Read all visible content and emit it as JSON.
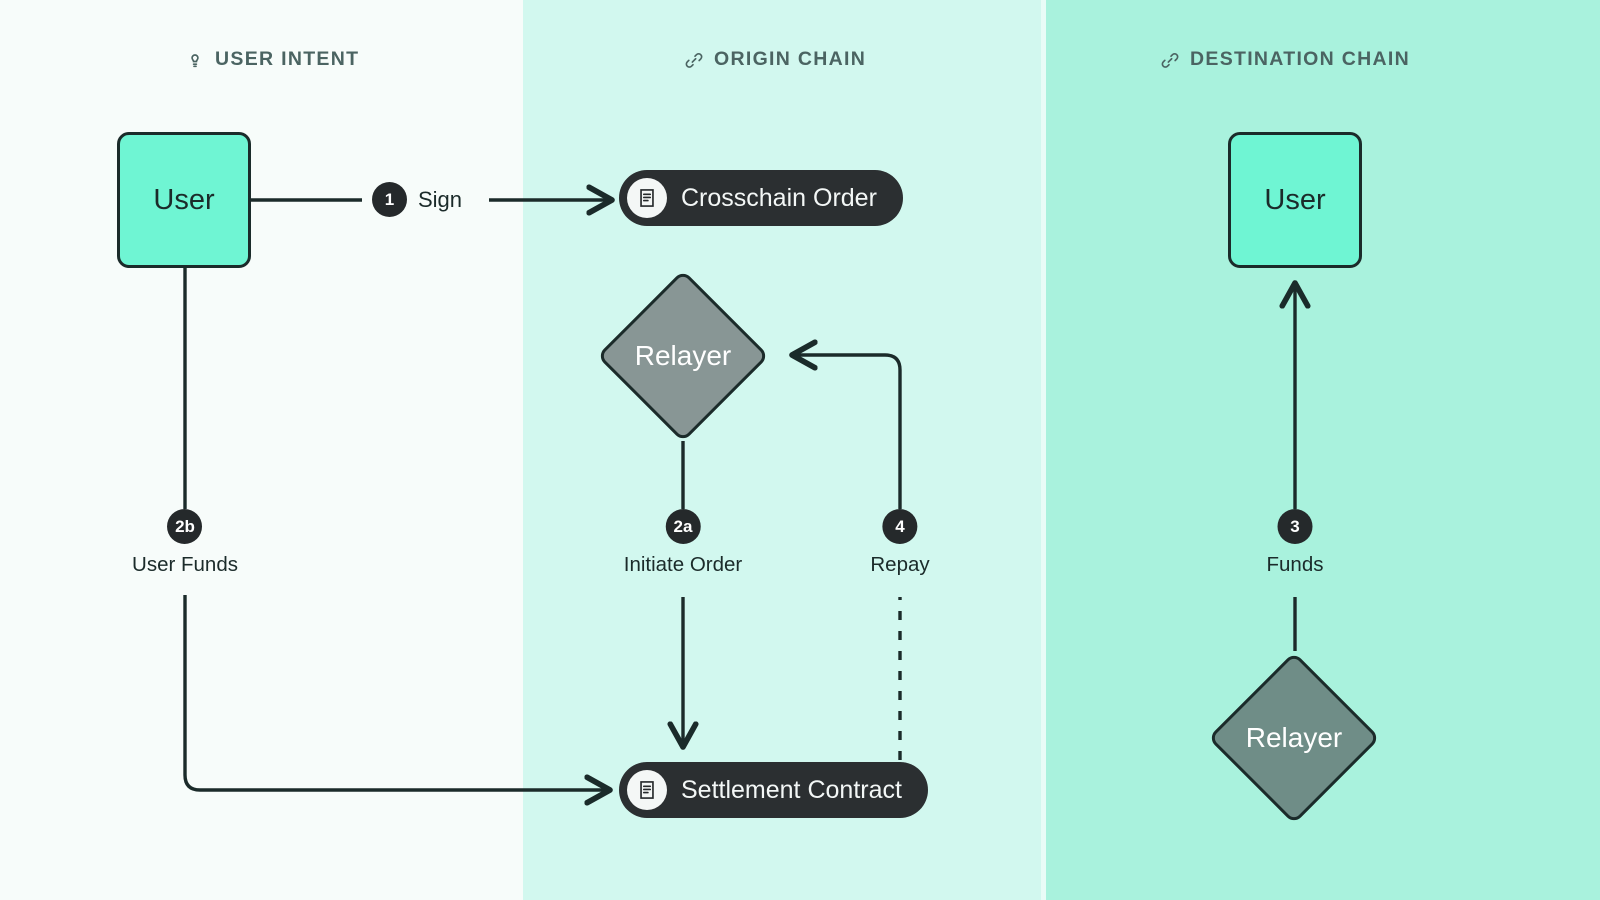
{
  "columns": [
    {
      "id": "user-intent",
      "label": "USER INTENT",
      "icon": "lightbulb-icon"
    },
    {
      "id": "origin-chain",
      "label": "ORIGIN CHAIN",
      "icon": "link-icon"
    },
    {
      "id": "destination-chain",
      "label": "DESTINATION CHAIN",
      "icon": "link-icon"
    }
  ],
  "nodes": {
    "user_left": {
      "label": "User",
      "shape": "rounded-square"
    },
    "user_right": {
      "label": "User",
      "shape": "rounded-square"
    },
    "relayer_origin": {
      "label": "Relayer",
      "shape": "diamond"
    },
    "relayer_dest": {
      "label": "Relayer",
      "shape": "diamond"
    },
    "crosschain_order": {
      "label": "Crosschain Order",
      "shape": "pill",
      "icon": "receipt-icon"
    },
    "settlement_contract": {
      "label": "Settlement Contract",
      "shape": "pill",
      "icon": "receipt-icon"
    }
  },
  "steps": [
    {
      "num": "1",
      "label": "Sign"
    },
    {
      "num": "2a",
      "label": "Initiate Order"
    },
    {
      "num": "2b",
      "label": "User Funds"
    },
    {
      "num": "3",
      "label": "Funds"
    },
    {
      "num": "4",
      "label": "Repay"
    }
  ],
  "colors": {
    "panel_user": "#f7fcfa",
    "panel_origin": "#d2f8ef",
    "panel_destination": "#a9f2dd",
    "actor_mint": "#6ff5d3",
    "diamond_gray": "#889695",
    "diamond_gray_dest": "#6f8d87",
    "pill_dark": "#2b2f31",
    "ink": "#1b2b2a",
    "header_text": "#4b6462"
  }
}
